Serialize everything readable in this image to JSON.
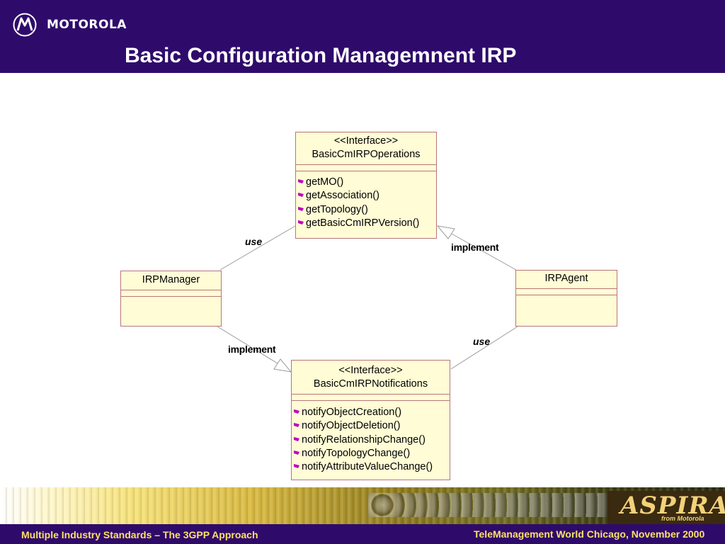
{
  "header": {
    "brand": "MOTOROLA",
    "title": "Basic Configuration Managemnent IRP",
    "colors": {
      "background": "#2e0b6b",
      "text": "#ffffff"
    }
  },
  "diagram": {
    "operations_interface": {
      "stereotype": "<<Interface>>",
      "name": "BasicCmIRPOperations",
      "operations": [
        "getMO()",
        "getAssociation()",
        "getTopology()",
        "getBasicCmIRPVersion()"
      ]
    },
    "notifications_interface": {
      "stereotype": "<<Interface>>",
      "name": "BasicCmIRPNotifications",
      "operations": [
        "notifyObjectCreation()",
        "notifyObjectDeletion()",
        "notifyRelationshipChange()",
        "notifyTopologyChange()",
        "notifyAttributeValueChange()"
      ]
    },
    "manager": {
      "name": "IRPManager"
    },
    "agent": {
      "name": "IRPAgent"
    },
    "relations": {
      "manager_to_operations": "use",
      "agent_to_operations": "implement",
      "manager_to_notifications": "implement",
      "agent_to_notifications": "use"
    },
    "colors": {
      "box_fill": "#fffcd6",
      "box_border": "#b7777a",
      "line": "#9a9a9a",
      "bullet": "#c000c0"
    }
  },
  "branding": {
    "aspira": "ASPIRA",
    "aspira_sub": "from Motorola"
  },
  "footer": {
    "left": "Multiple Industry Standards – The 3GPP Approach",
    "right": "TeleManagement World Chicago, November 2000",
    "text_color": "#ffe066"
  }
}
